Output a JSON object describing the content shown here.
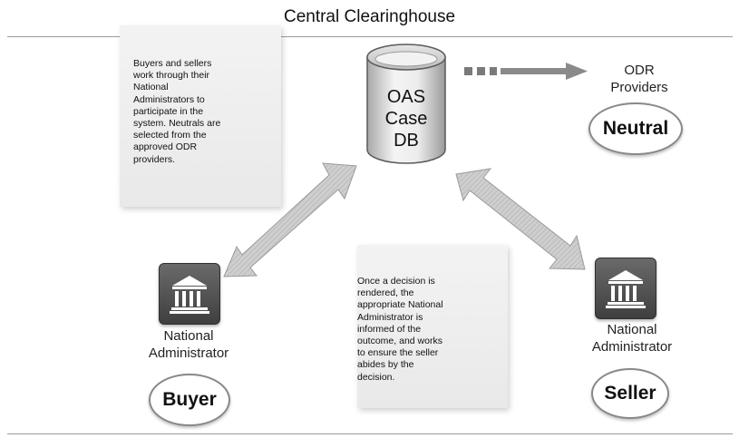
{
  "title": "Central Clearinghouse",
  "database": {
    "lines": [
      "OAS",
      "Case",
      "DB"
    ]
  },
  "odr": {
    "label_lines": [
      "ODR",
      "Providers"
    ],
    "role": "Neutral"
  },
  "notes": {
    "top_left": [
      "Buyers and sellers",
      "work through their",
      "National",
      "Administrators to",
      "participate in the",
      "system.  Neutrals are",
      "selected from the",
      "approved ODR",
      "providers."
    ],
    "center": [
      "Once a decision is",
      "rendered, the",
      "appropriate National",
      "Administrator is",
      "informed of the",
      "outcome, and works",
      "to ensure the seller",
      "abides by the",
      "decision."
    ]
  },
  "buyer": {
    "label_lines": [
      "National",
      "Administrator"
    ],
    "role": "Buyer"
  },
  "seller": {
    "label_lines": [
      "National",
      "Administrator"
    ],
    "role": "Seller"
  },
  "colors": {
    "arrow_fill": "#c4c4c4",
    "arrow_stroke": "#9a9a9a",
    "dashed_arrow": "#8a8a8a",
    "icon_bg": "#4f4f4f"
  }
}
